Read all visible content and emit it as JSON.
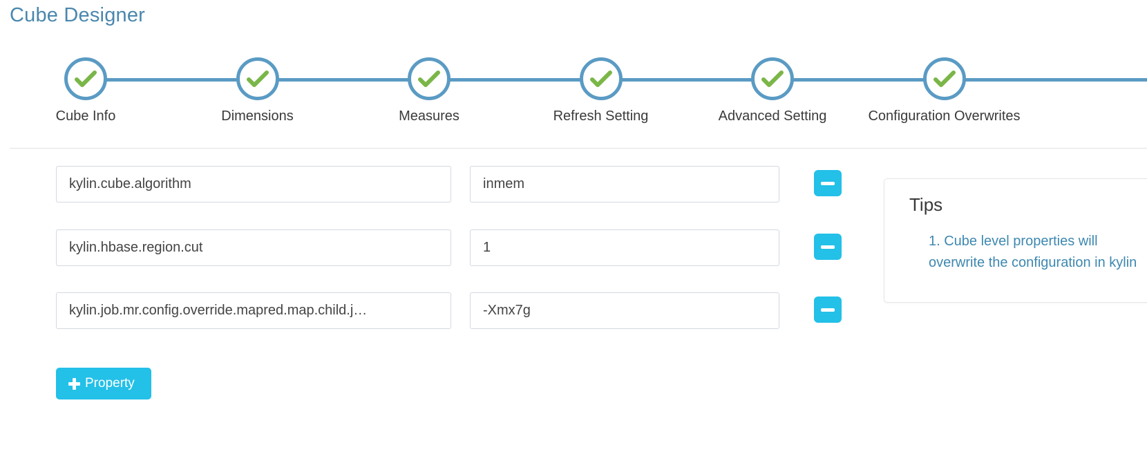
{
  "page": {
    "title": "Cube Designer"
  },
  "stepper": {
    "accent_color": "#5a9bc4",
    "check_color": "#7ab648",
    "steps": [
      {
        "label": "Cube Info",
        "icon": "check-icon",
        "state": "completed"
      },
      {
        "label": "Dimensions",
        "icon": "check-icon",
        "state": "completed"
      },
      {
        "label": "Measures",
        "icon": "check-icon",
        "state": "completed"
      },
      {
        "label": "Refresh Setting",
        "icon": "check-icon",
        "state": "completed"
      },
      {
        "label": "Advanced Setting",
        "icon": "check-icon",
        "state": "completed"
      },
      {
        "label": "Configuration Overwrites",
        "icon": "check-icon",
        "state": "completed"
      }
    ]
  },
  "properties": {
    "accent_color": "#23c0e8",
    "rows": [
      {
        "key": "kylin.cube.algorithm",
        "value": "inmem",
        "remove_icon": "minus-icon"
      },
      {
        "key": "kylin.hbase.region.cut",
        "value": "1",
        "remove_icon": "minus-icon"
      },
      {
        "key": "kylin.job.mr.config.override.mapred.map.child.j…",
        "value": "-Xmx7g",
        "remove_icon": "minus-icon"
      }
    ],
    "add_button": {
      "label": "Property",
      "icon": "plus-icon"
    }
  },
  "tips": {
    "title": "Tips",
    "items": [
      "1. Cube level properties will overwrite the configuration in kylin"
    ],
    "link_color": "#3e88b0"
  }
}
